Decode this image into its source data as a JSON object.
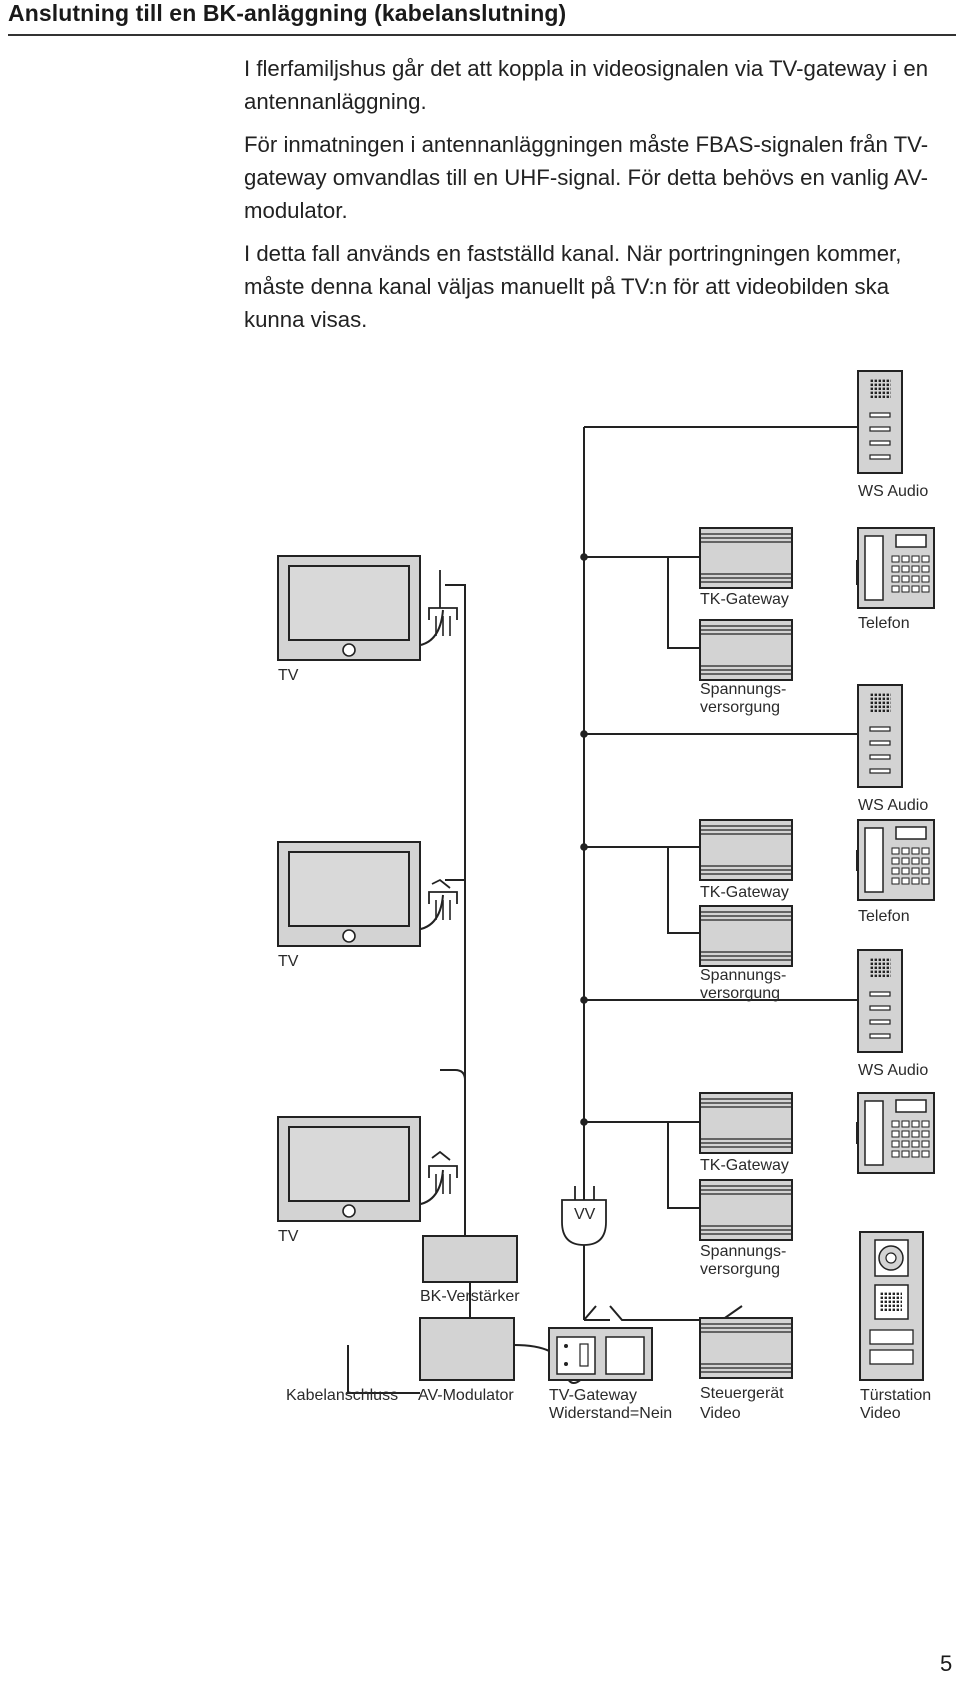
{
  "header": {
    "title": "Anslutning till en BK-anläggning (kabelanslutning)"
  },
  "intro": {
    "p1": "I flerfamiljshus går det att koppla in videosignalen via TV-gateway i en antennanläggning.",
    "p2": "För inmatningen i antennanläggningen måste FBAS-signalen från TV-gateway omvandlas till en UHF-signal. För detta behövs en vanlig AV-modulator.",
    "p3": "I detta fall används en fastställd kanal. När portringningen kommer, måste denna kanal väljas manuellt på TV:n för att videobilden ska kunna visas."
  },
  "labels": {
    "ws_audio": "WS Audio",
    "tk_gateway": "TK-Gateway",
    "telefon": "Telefon",
    "tv": "TV",
    "spannung_1": "Spannungs-",
    "spannung_2": "versorgung",
    "vv": "VV",
    "bk_verstaerker": "BK-Verstärker",
    "kabelanschluss": "Kabelanschluss",
    "av_modulator": "AV-Modulator",
    "tv_gateway_1": "TV-Gateway",
    "tv_gateway_2": "Widerstand=Nein",
    "steuergeraet_1": "Steuergerät",
    "steuergeraet_2": "Video",
    "tuerstation_1": "Türstation",
    "tuerstation_2": "Video"
  },
  "footer": {
    "page_number": "5"
  },
  "colors": {
    "device_fill": "#d3d3d3",
    "line": "#222222",
    "screen": "#d9d9d9"
  }
}
